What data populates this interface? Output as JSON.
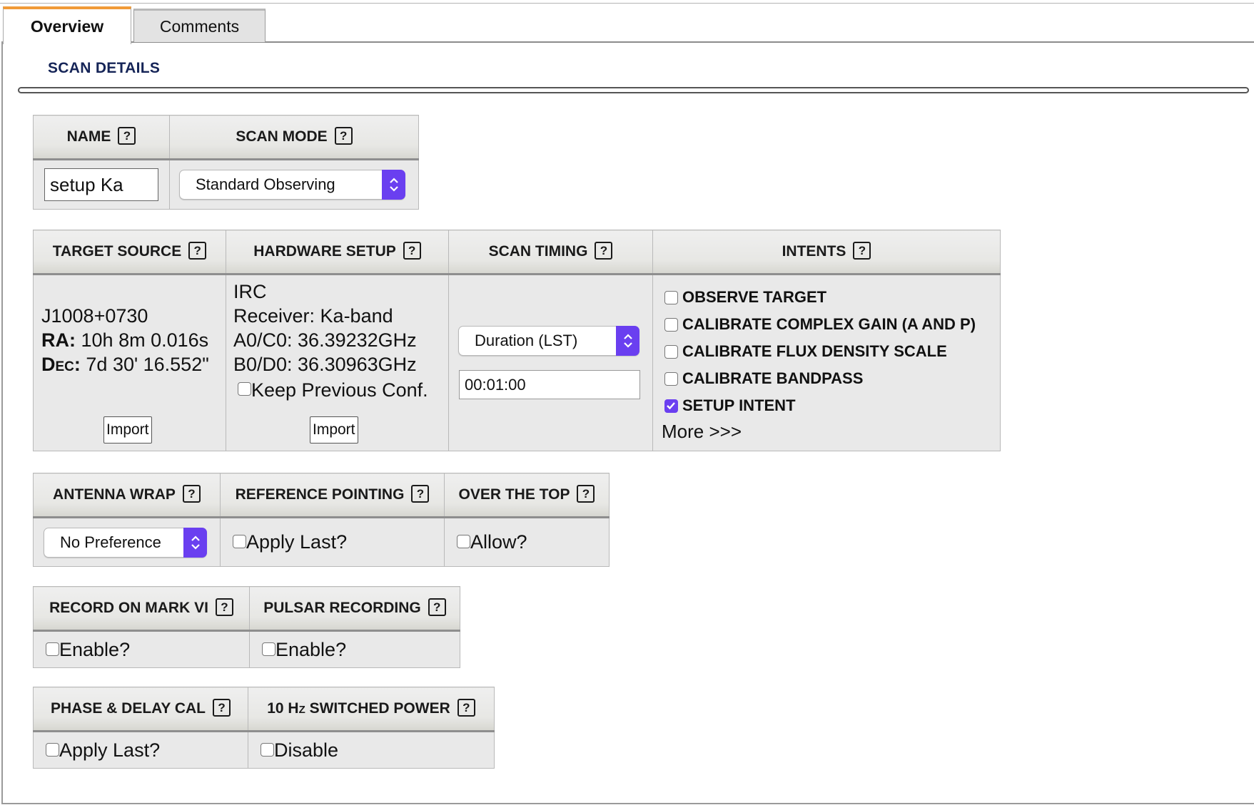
{
  "tabs": [
    {
      "label": "Overview",
      "active": true
    },
    {
      "label": "Comments",
      "active": false
    }
  ],
  "section_title": "SCAN DETAILS",
  "colors": {
    "accent": "#6a3ff0",
    "tab_highlight": "#f19a37",
    "title": "#152457"
  },
  "icons": {
    "help": "question-mark-box-icon",
    "select_arrow": "chevron-up-down-icon"
  },
  "help_glyph": "?",
  "name": {
    "header": "NAME",
    "value": "setup Ka"
  },
  "scan_mode": {
    "header": "SCAN MODE",
    "selected": "Standard Observing"
  },
  "target_source": {
    "header": "TARGET SOURCE",
    "source": "J1008+0730",
    "ra_label": "RA:",
    "ra_value": "10h 8m 0.016s",
    "dec_label": "Dec:",
    "dec_value": "7d 30' 16.552\"",
    "button": "Import"
  },
  "hardware_setup": {
    "header": "HARDWARE SETUP",
    "lines": [
      "IRC",
      "Receiver: Ka-band",
      "A0/C0: 36.39232GHz",
      "B0/D0: 36.30963GHz"
    ],
    "keep_label": "Keep Previous Conf.",
    "keep_checked": false,
    "button": "Import"
  },
  "scan_timing": {
    "header": "SCAN TIMING",
    "selected": "Duration (LST)",
    "value": "00:01:00"
  },
  "intents": {
    "header": "INTENTS",
    "items": [
      {
        "label": "OBSERVE TARGET",
        "checked": false
      },
      {
        "label": "CALIBRATE COMPLEX GAIN (A AND P)",
        "checked": false
      },
      {
        "label": "CALIBRATE FLUX DENSITY SCALE",
        "checked": false
      },
      {
        "label": "CALIBRATE BANDPASS",
        "checked": false
      },
      {
        "label": "SETUP INTENT",
        "checked": true
      }
    ],
    "more": "More >>>"
  },
  "antenna_wrap": {
    "header": "ANTENNA WRAP",
    "selected": "No Preference"
  },
  "reference_pointing": {
    "header": "REFERENCE POINTING",
    "label": "Apply Last?",
    "checked": false
  },
  "over_the_top": {
    "header": "OVER THE TOP",
    "label": "Allow?",
    "checked": false
  },
  "record_mark_vi": {
    "header": "RECORD ON MARK VI",
    "label": "Enable?",
    "checked": false
  },
  "pulsar_recording": {
    "header": "PULSAR RECORDING",
    "label": "Enable?",
    "checked": false
  },
  "phase_delay_cal": {
    "header": "PHASE & DELAY CAL",
    "label": "Apply Last?",
    "checked": false
  },
  "switched_power": {
    "header": "10 Hz SWITCHED POWER",
    "label": "Disable",
    "checked": false
  }
}
